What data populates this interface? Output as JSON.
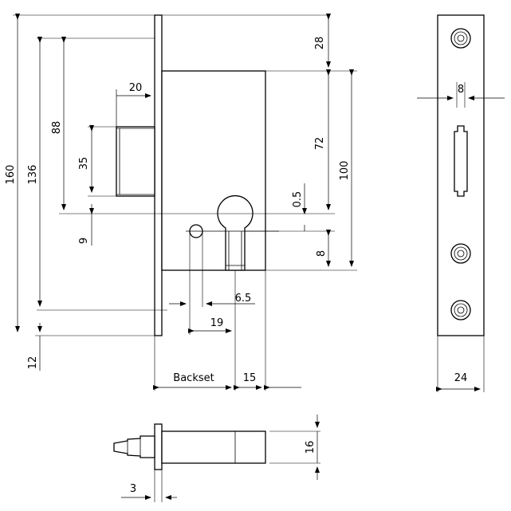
{
  "drawing": {
    "colors": {
      "line": "#000000",
      "background": "#ffffff"
    },
    "front_view": {
      "dims": {
        "d160": "160",
        "d136": "136",
        "d88": "88",
        "d35": "35",
        "d9": "9",
        "d12": "12",
        "d20": "20",
        "d28": "28",
        "d72": "72",
        "d100": "100",
        "d0_5": "0.5",
        "d8": "8",
        "d6_5": "6.5",
        "d19": "19",
        "backset": "Backset",
        "d15": "15"
      }
    },
    "side_view": {
      "dims": {
        "d8": "8",
        "d24": "24"
      }
    },
    "top_view": {
      "dims": {
        "d16": "16",
        "d3": "3"
      }
    }
  }
}
